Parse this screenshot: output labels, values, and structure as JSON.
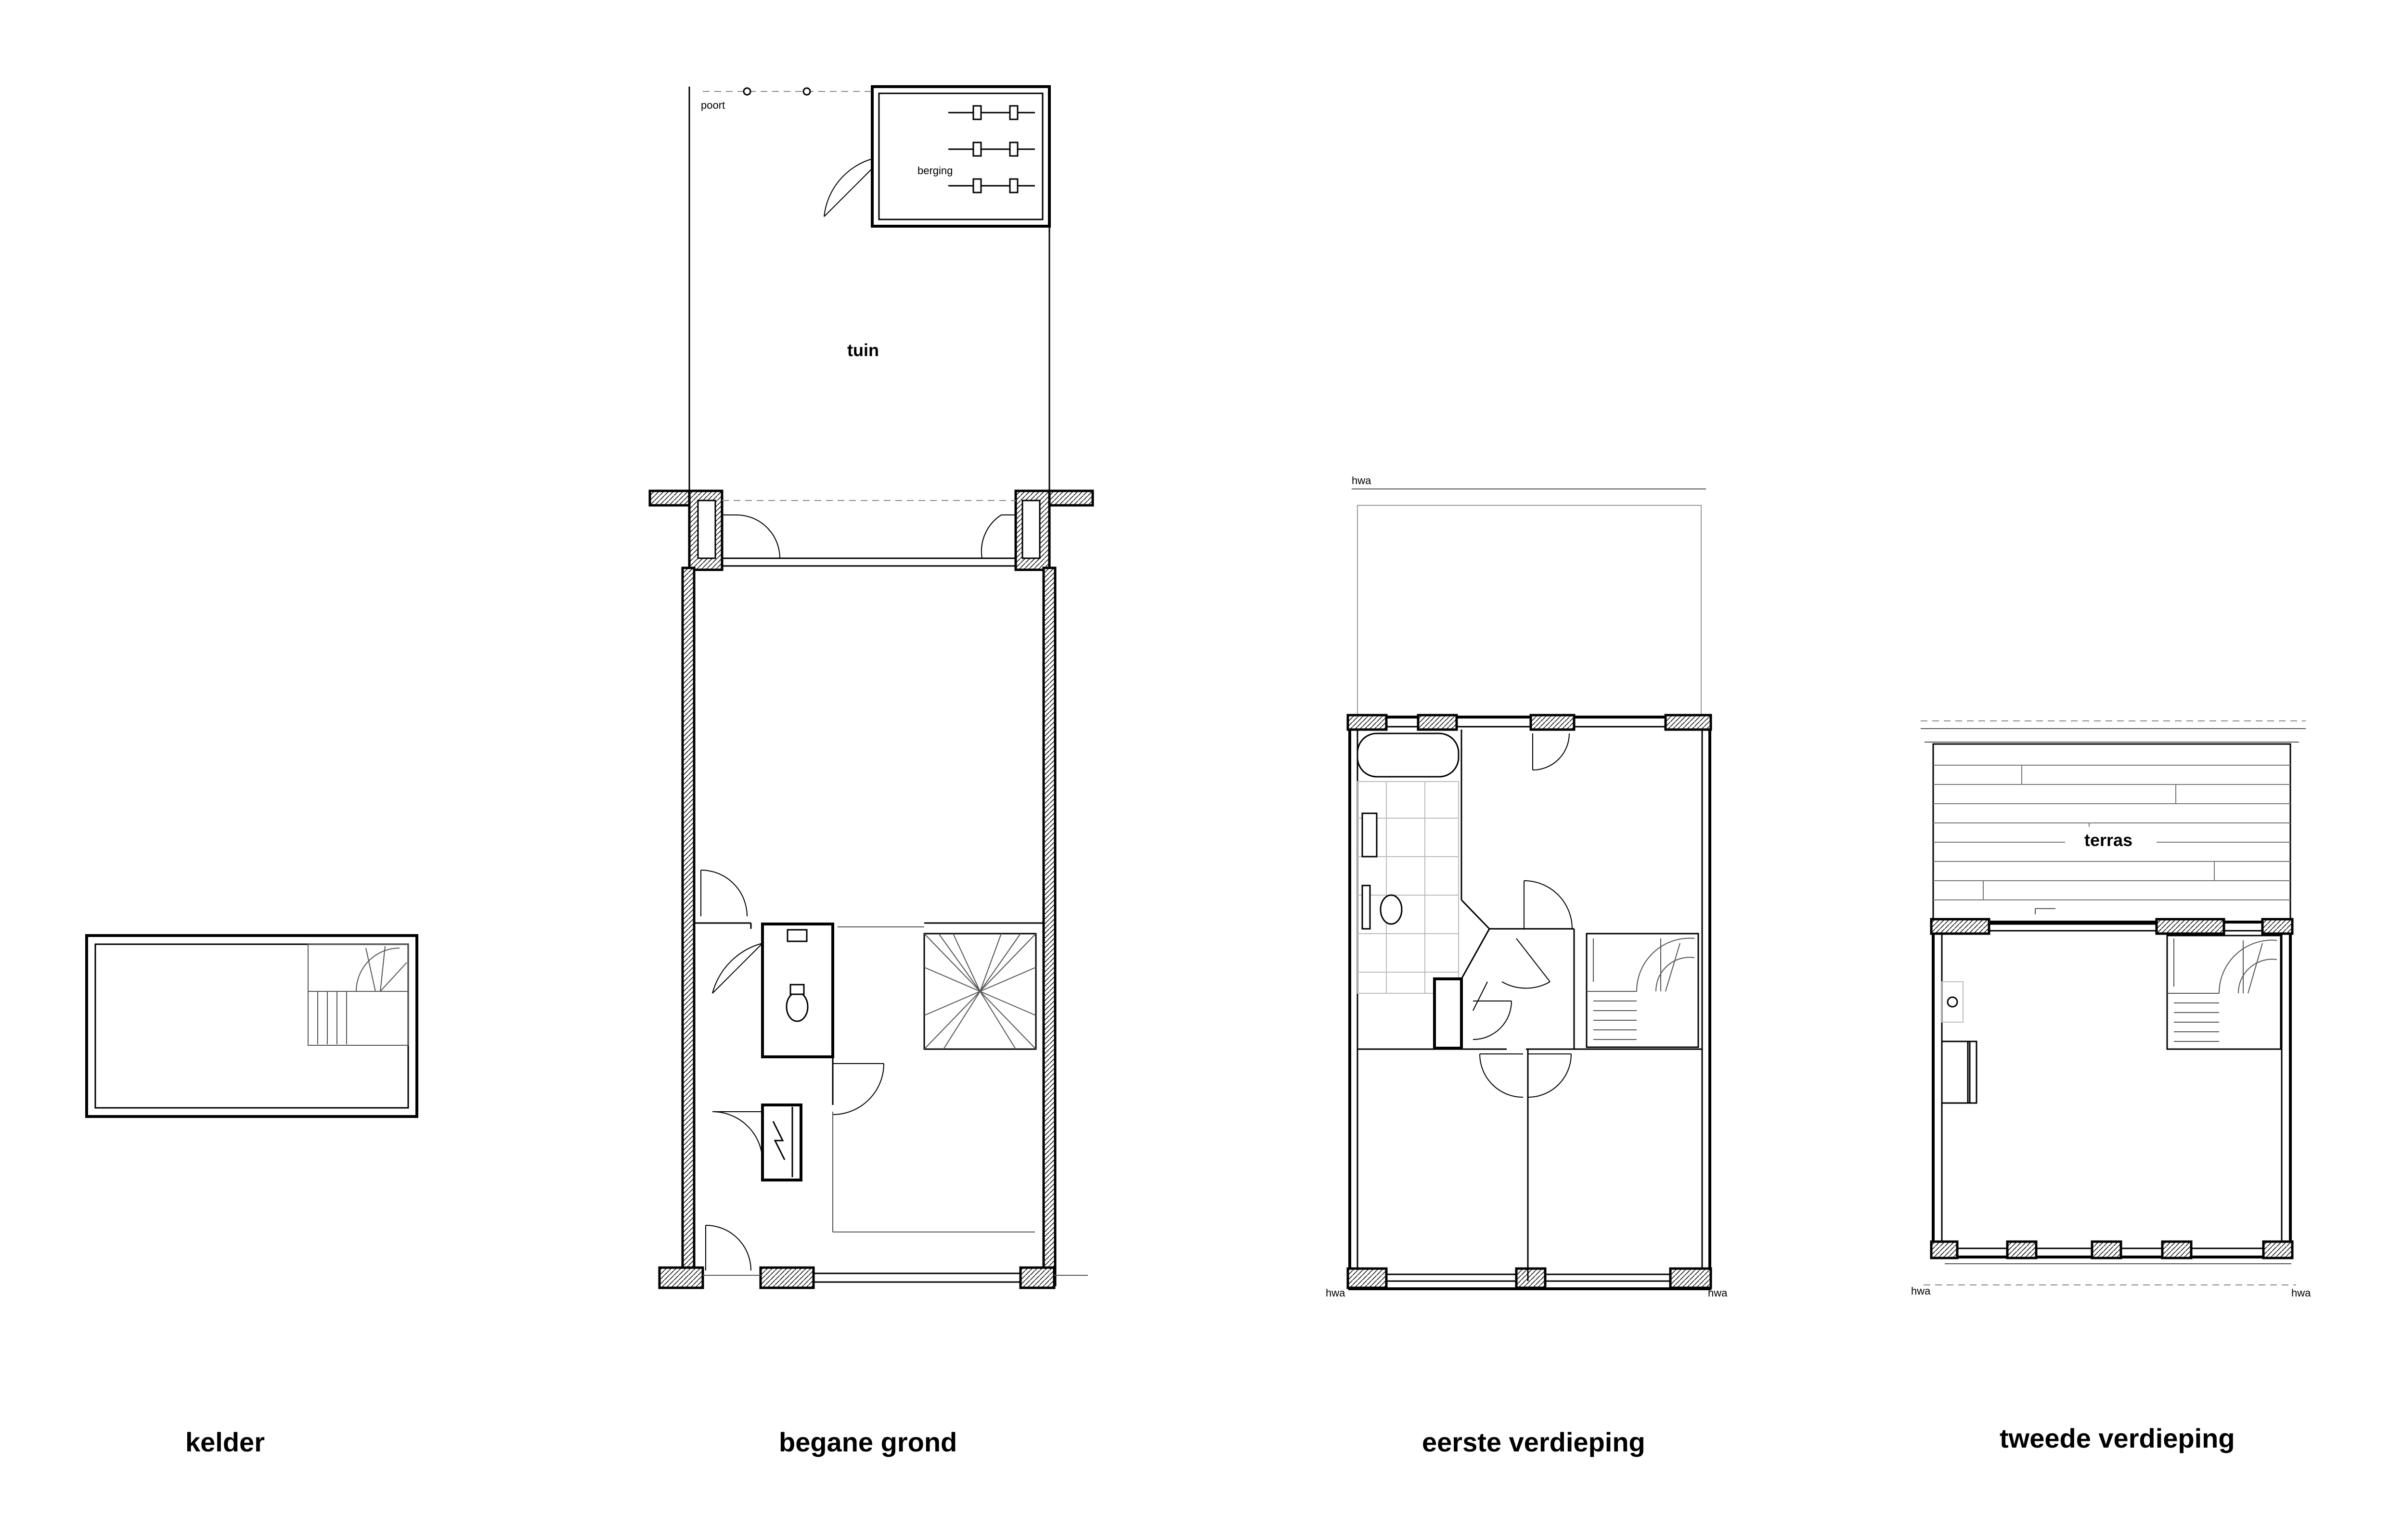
{
  "plans": [
    {
      "title": "kelder"
    },
    {
      "title": "begane grond"
    },
    {
      "title": "eerste verdieping"
    },
    {
      "title": "tweede verdieping"
    }
  ],
  "rooms": {
    "tuin": "tuin",
    "berging": "berging",
    "poort": "poort",
    "terras": "terras"
  },
  "markers": {
    "hwa": "hwa"
  }
}
